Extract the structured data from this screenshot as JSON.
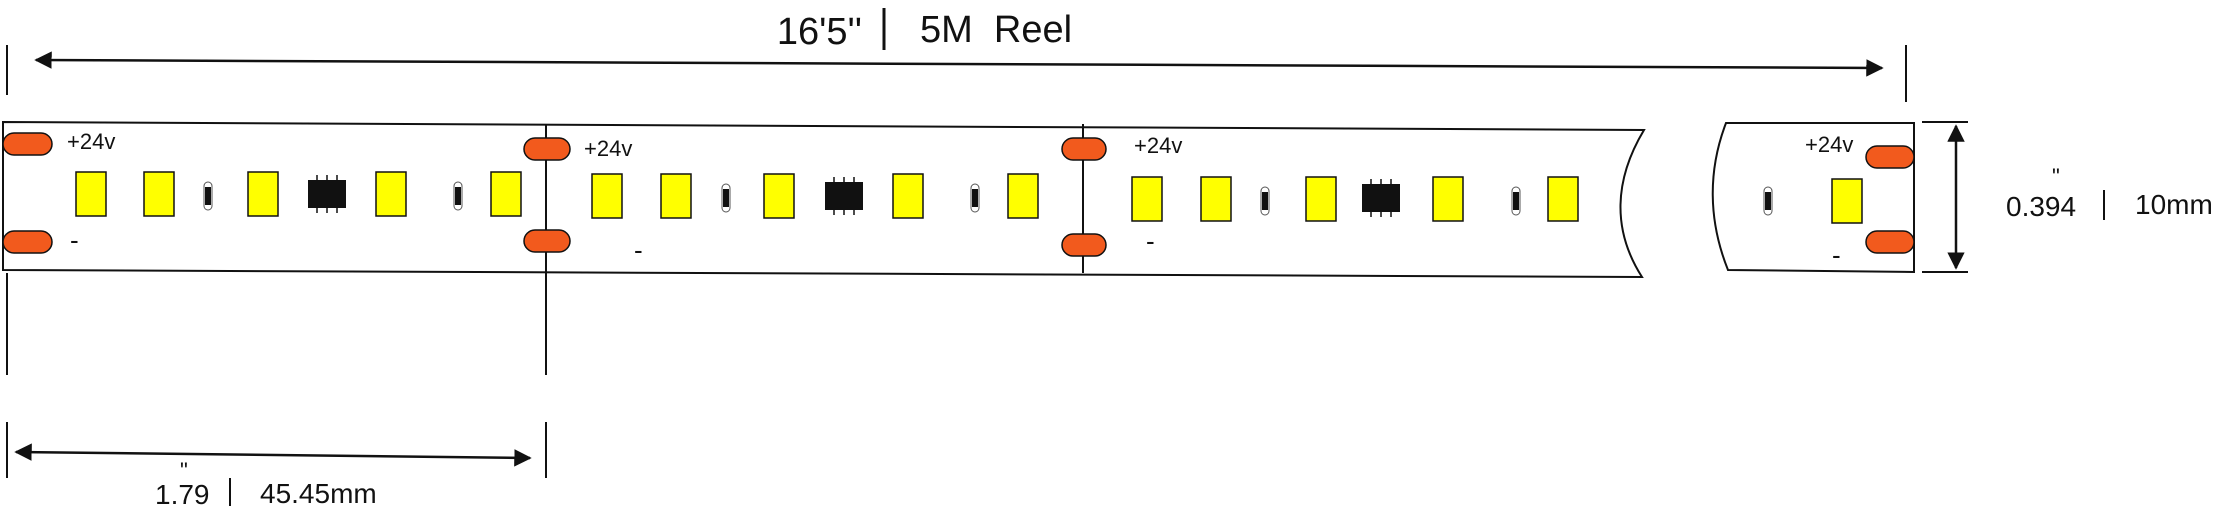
{
  "dimensions": {
    "length_imperial": "16'5''",
    "length_metric": "5M  Reel",
    "segment_imperial": "1.79",
    "segment_metric": "45.45mm",
    "width_imperial": "0.394",
    "width_metric": "10mm",
    "inch_mark": "\""
  },
  "terminals": {
    "positive": "+24v",
    "negative": "-"
  },
  "colors": {
    "pad": "#f25a1d",
    "led": "#ffff00",
    "ic_chip": "#111111",
    "strip_outline": "#111111"
  },
  "icons": [
    "solder-pad-icon",
    "smd-led-icon",
    "resistor-icon",
    "ic-chip-icon",
    "arrow-icon"
  ]
}
